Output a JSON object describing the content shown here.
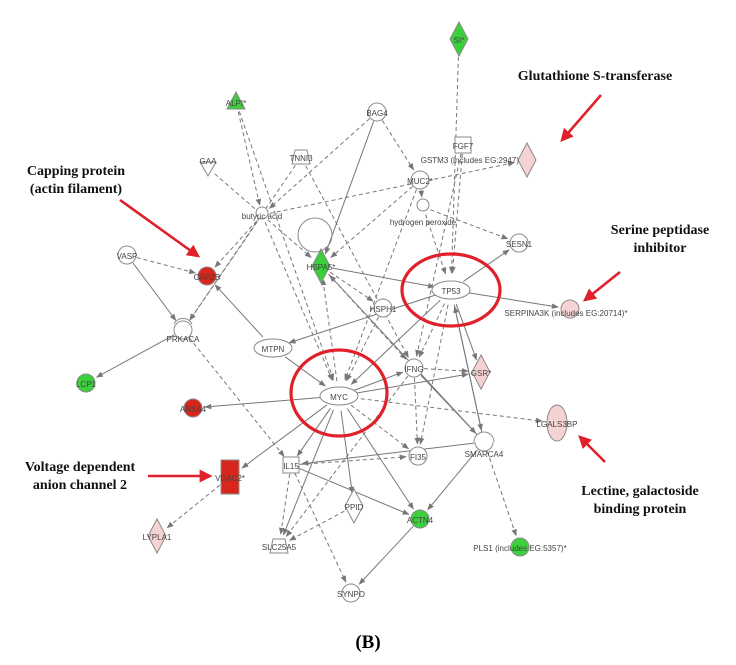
{
  "figure": {
    "panel_label": "(B)",
    "colors": {
      "green": "#3ccf3c",
      "red": "#d9261c",
      "pink": "#f6d3d3",
      "white": "#ffffff",
      "stroke": "#8a8a8a",
      "edge": "#777777",
      "highlight": "#e0202a",
      "arrow": "#e0202a"
    },
    "nodes": [
      {
        "id": "SI",
        "label": "SI*",
        "shape": "diamond",
        "fill": "green"
      },
      {
        "id": "ALPI",
        "label": "ALPI*",
        "shape": "triangle",
        "fill": "green"
      },
      {
        "id": "BAG4",
        "label": "BAG4",
        "shape": "circle",
        "fill": "white"
      },
      {
        "id": "FGF7",
        "label": "FGF7",
        "shape": "square",
        "fill": "white"
      },
      {
        "id": "GSTM3",
        "label": "GSTM3 (includes EG:2947)",
        "shape": "diamond",
        "fill": "pink"
      },
      {
        "id": "TNNI3",
        "label": "TNNI3",
        "shape": "trapezoid",
        "fill": "white"
      },
      {
        "id": "MUC2",
        "label": "MUC2*",
        "shape": "circle",
        "fill": "white"
      },
      {
        "id": "GAA",
        "label": "GAA",
        "shape": "vtriangle",
        "fill": "white"
      },
      {
        "id": "H2O2",
        "label": "hydrogen peroxide",
        "shape": "smallcircle",
        "fill": "white"
      },
      {
        "id": "BUTY",
        "label": "butyric acid",
        "shape": "smallcircle",
        "fill": "white"
      },
      {
        "id": "SESN1",
        "label": "SESN1",
        "shape": "circle",
        "fill": "white"
      },
      {
        "id": "VASP",
        "label": "VASP",
        "shape": "circle",
        "fill": "white"
      },
      {
        "id": "CAPZB",
        "label": "CAPZB",
        "shape": "circle",
        "fill": "red"
      },
      {
        "id": "HSPA5",
        "label": "HSPA5*",
        "shape": "diamond",
        "fill": "green"
      },
      {
        "id": "TP53",
        "label": "TP53",
        "shape": "ellipse",
        "fill": "white"
      },
      {
        "id": "HSPH1",
        "label": "HSPH1",
        "shape": "circle",
        "fill": "white"
      },
      {
        "id": "SERPINA3",
        "label": "SERPINA3K (includes EG:20714)*",
        "shape": "circle",
        "fill": "pink"
      },
      {
        "id": "PRKACA",
        "label": "PRKACA",
        "shape": "circle",
        "fill": "white"
      },
      {
        "id": "MTPN",
        "label": "MTPN",
        "shape": "ellipse",
        "fill": "white"
      },
      {
        "id": "IFNG",
        "label": "IFNG",
        "shape": "circle",
        "fill": "white"
      },
      {
        "id": "GSR",
        "label": "GSR*",
        "shape": "diamond",
        "fill": "pink"
      },
      {
        "id": "LCP1",
        "label": "LCP1",
        "shape": "circle",
        "fill": "green"
      },
      {
        "id": "MYC",
        "label": "MYC",
        "shape": "ellipse",
        "fill": "white"
      },
      {
        "id": "ANXA4",
        "label": "ANXA4",
        "shape": "circle",
        "fill": "red"
      },
      {
        "id": "LGALS3BP",
        "label": "LGALS3BP",
        "shape": "tallellipse",
        "fill": "pink"
      },
      {
        "id": "VDAC2",
        "label": "VDAC2*",
        "shape": "rect",
        "fill": "red"
      },
      {
        "id": "IL15",
        "label": "IL15",
        "shape": "square",
        "fill": "white"
      },
      {
        "id": "FI35",
        "label": "FI35",
        "shape": "circle",
        "fill": "white"
      },
      {
        "id": "SMARCA4",
        "label": "SMARCA4",
        "shape": "circle",
        "fill": "white"
      },
      {
        "id": "LYPLA1",
        "label": "LYPLA1",
        "shape": "diamond",
        "fill": "pink"
      },
      {
        "id": "PPID",
        "label": "PPID",
        "shape": "diamond",
        "fill": "white"
      },
      {
        "id": "ACTN4",
        "label": "ACTN4",
        "shape": "circle",
        "fill": "green"
      },
      {
        "id": "SLC25A5",
        "label": "SLC25A5",
        "shape": "trapezoid",
        "fill": "white"
      },
      {
        "id": "PLS1",
        "label": "PLS1 (includes EG:5357)*",
        "shape": "circle",
        "fill": "green"
      },
      {
        "id": "SYNPO",
        "label": "SYNPO",
        "shape": "circle",
        "fill": "white"
      }
    ],
    "edges": [
      [
        "SI",
        "TP53",
        "dashed"
      ],
      [
        "FGF7",
        "TP53",
        "dashed"
      ],
      [
        "FGF7",
        "IFNG",
        "dashed"
      ],
      [
        "BAG4",
        "HSPA5",
        "solid"
      ],
      [
        "BAG4",
        "MUC2",
        "dashed"
      ],
      [
        "BAG4",
        "BUTY",
        "dashed"
      ],
      [
        "TNNI3",
        "PRKACA",
        "dashed"
      ],
      [
        "TNNI3",
        "IFNG",
        "dashed"
      ],
      [
        "MUC2",
        "HSPA5",
        "dashed"
      ],
      [
        "MUC2",
        "H2O2",
        "dashed"
      ],
      [
        "MUC2",
        "MYC",
        "dashed"
      ],
      [
        "GAA",
        "HSPA5",
        "dashed"
      ],
      [
        "H2O2",
        "SESN1",
        "dashed"
      ],
      [
        "H2O2",
        "TP53",
        "dashed"
      ],
      [
        "BUTY",
        "CAPZB",
        "dashed"
      ],
      [
        "BUTY",
        "GSTM3",
        "dashed"
      ],
      [
        "BUTY",
        "PRKACA",
        "dashed"
      ],
      [
        "BUTY",
        "MYC",
        "dashed"
      ],
      [
        "ALPI",
        "MYC",
        "dashed"
      ],
      [
        "ALPI",
        "BUTY",
        "dashed"
      ],
      [
        "VASP",
        "CAPZB",
        "dashed"
      ],
      [
        "VASP",
        "PRKACA",
        "solid"
      ],
      [
        "HSPA5",
        "TP53",
        "solid"
      ],
      [
        "HSPA5",
        "HSPH1",
        "dashed"
      ],
      [
        "HSPA5",
        "IFNG",
        "dashed"
      ],
      [
        "TP53",
        "SESN1",
        "solid"
      ],
      [
        "TP53",
        "SERPINA3",
        "solid"
      ],
      [
        "TP53",
        "MYC",
        "solid"
      ],
      [
        "TP53",
        "GSR",
        "solid"
      ],
      [
        "TP53",
        "FI35",
        "dashed"
      ],
      [
        "TP53",
        "SMARCA4",
        "solid"
      ],
      [
        "TP53",
        "IFNG",
        "dashed"
      ],
      [
        "TP53",
        "MTPN",
        "solid"
      ],
      [
        "SMARCA4",
        "TP53",
        "solid"
      ],
      [
        "HSPH1",
        "MYC",
        "dashed"
      ],
      [
        "MTPN",
        "CAPZB",
        "solid"
      ],
      [
        "MTPN",
        "MYC",
        "solid"
      ],
      [
        "PRKACA",
        "LCP1",
        "solid"
      ],
      [
        "PRKACA",
        "IL15",
        "dashed"
      ],
      [
        "MYC",
        "ANXA4",
        "solid"
      ],
      [
        "MYC",
        "VDAC2",
        "solid"
      ],
      [
        "MYC",
        "IL15",
        "solid"
      ],
      [
        "MYC",
        "PPID",
        "solid"
      ],
      [
        "MYC",
        "ACTN4",
        "solid"
      ],
      [
        "MYC",
        "SLC25A5",
        "solid"
      ],
      [
        "MYC",
        "GSR",
        "solid"
      ],
      [
        "MYC",
        "LGALS3BP",
        "dashed"
      ],
      [
        "MYC",
        "IFNG",
        "solid"
      ],
      [
        "MYC",
        "HSPA5",
        "dashed"
      ],
      [
        "MYC",
        "FI35",
        "dashed"
      ],
      [
        "IFNG",
        "GSR",
        "dashed"
      ],
      [
        "IFNG",
        "FI35",
        "dashed"
      ],
      [
        "IFNG",
        "SLC25A5",
        "dashed"
      ],
      [
        "IFNG",
        "SMARCA4",
        "solid"
      ],
      [
        "IL15",
        "FI35",
        "dashed"
      ],
      [
        "IL15",
        "SLC25A5",
        "dashed"
      ],
      [
        "IL15",
        "ACTN4",
        "solid"
      ],
      [
        "IL15",
        "SYNPO",
        "dashed"
      ],
      [
        "SMARCA4",
        "PLS1",
        "dashed"
      ],
      [
        "SMARCA4",
        "ACTN4",
        "solid"
      ],
      [
        "SMARCA4",
        "IL15",
        "solid"
      ],
      [
        "SMARCA4",
        "HSPA5",
        "solid"
      ],
      [
        "ACTN4",
        "SYNPO",
        "solid"
      ],
      [
        "VDAC2",
        "LYPLA1",
        "dashed"
      ],
      [
        "PPID",
        "SLC25A5",
        "dashed"
      ]
    ],
    "highlights": [
      {
        "id": "tp53-circle",
        "label": "TP53"
      },
      {
        "id": "myc-circle",
        "label": "MYC"
      }
    ],
    "annotations": [
      {
        "id": "glutathione",
        "lines": [
          "Glutathione S-transferase"
        ],
        "target": "GSTM3"
      },
      {
        "id": "capping",
        "lines": [
          "Capping protein",
          "(actin filament)"
        ],
        "target": "CAPZB"
      },
      {
        "id": "serine",
        "lines": [
          "Serine peptidase",
          "inhibitor"
        ],
        "target": "SERPINA3"
      },
      {
        "id": "voltage",
        "lines": [
          "Voltage dependent",
          "anion channel 2"
        ],
        "target": "VDAC2"
      },
      {
        "id": "lectine",
        "lines": [
          "Lectine, galactoside",
          "binding protein"
        ],
        "target": "LGALS3BP"
      }
    ]
  }
}
